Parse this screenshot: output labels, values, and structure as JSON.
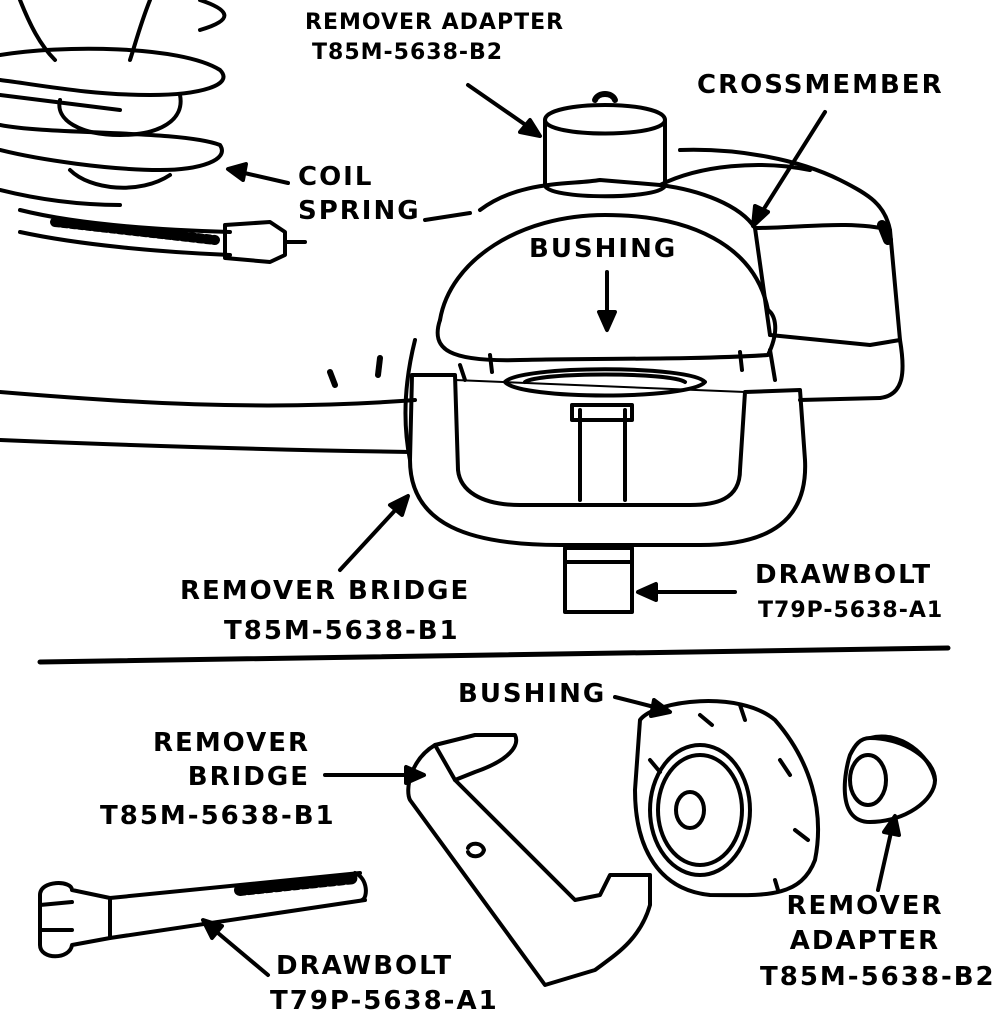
{
  "top": {
    "remover_adapter": {
      "name": "REMOVER ADAPTER",
      "part": "T85M-5638-B2"
    },
    "crossmember": "CROSSMEMBER",
    "coil_spring": [
      "COIL",
      "SPRING"
    ],
    "bushing": "BUSHING",
    "remover_bridge": {
      "name": "REMOVER BRIDGE",
      "part": "T85M-5638-B1"
    },
    "drawbolt": {
      "name": "DRAWBOLT",
      "part": "T79P-5638-A1"
    }
  },
  "bottom": {
    "bushing": "BUSHING",
    "remover_bridge": {
      "name": [
        "REMOVER",
        "BRIDGE"
      ],
      "part": "T85M-5638-B1"
    },
    "drawbolt": {
      "name": "DRAWBOLT",
      "part": "T79P-5638-A1"
    },
    "remover_adapter": {
      "name": [
        "REMOVER",
        "ADAPTER"
      ],
      "part": "T85M-5638-B2"
    }
  },
  "colors": {
    "ink": "#000000",
    "paper": "#ffffff"
  }
}
